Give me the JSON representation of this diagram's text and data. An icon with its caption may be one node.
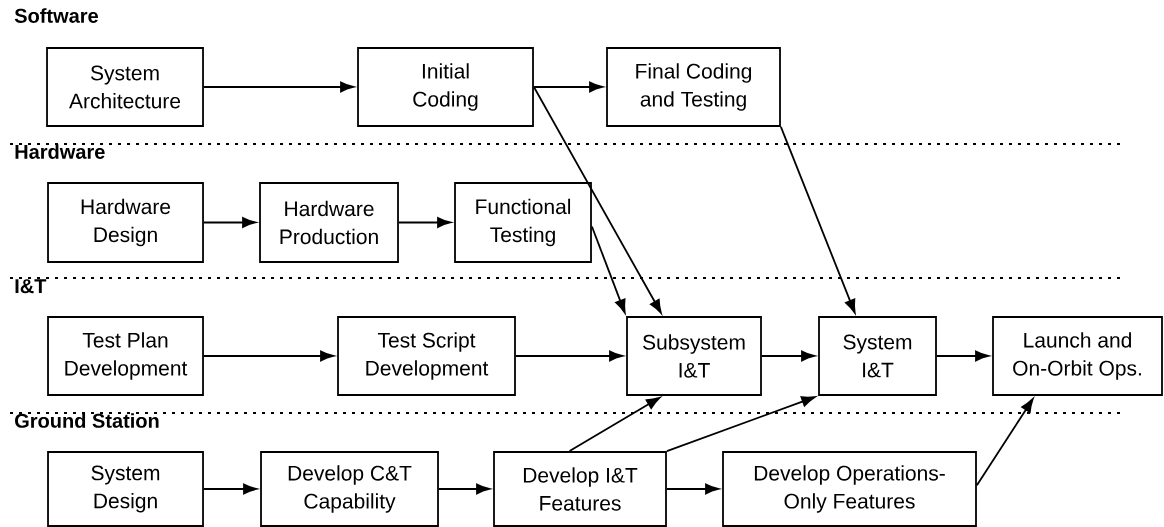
{
  "diagram": {
    "nodes": [
      {
        "text": [
          "System Architecture"
        ]
      },
      {
        "text": [
          "Initial Coding"
        ]
      },
      {
        "text": [
          "Final Coding and Testing"
        ]
      },
      {
        "text": [
          "Hardware Design"
        ]
      },
      {
        "text": [
          "Hardware Production"
        ]
      },
      {
        "text": [
          "Functional Testing"
        ]
      },
      {
        "text": [
          "Test Plan Development"
        ]
      },
      {
        "text": [
          "Test Script Development"
        ]
      },
      {
        "text": [
          "Subsystem I&T"
        ]
      },
      {
        "text": [
          "System I&T"
        ]
      },
      {
        "text": [
          "Launch and On-Orbit Ops."
        ]
      },
      {
        "text": [
          "System Design"
        ]
      },
      {
        "text": [
          "Develop C&T Capability"
        ]
      },
      {
        "text": [
          "Develop I&T Features"
        ]
      },
      {
        "text": [
          "Develop Operations-Only Features"
        ]
      }
    ],
    "edges": [
      {
        "from": 0,
        "to": 1,
        "arrow": "to"
      },
      {
        "from": 1,
        "to": 2,
        "arrow": "to"
      },
      {
        "from": 1,
        "to": 8,
        "arrow": "to"
      },
      {
        "from": 2,
        "to": 9,
        "arrow": "to"
      },
      {
        "from": 3,
        "to": 4,
        "arrow": "to"
      },
      {
        "from": 4,
        "to": 5,
        "arrow": "to"
      },
      {
        "from": 5,
        "to": 8,
        "arrow": "to"
      },
      {
        "from": 6,
        "to": 7,
        "arrow": "to"
      },
      {
        "from": 7,
        "to": 8,
        "arrow": "to"
      },
      {
        "from": 8,
        "to": 9,
        "arrow": "to"
      },
      {
        "from": 9,
        "to": 10,
        "arrow": "to"
      },
      {
        "from": 11,
        "to": 12,
        "arrow": "to"
      },
      {
        "from": 12,
        "to": 13,
        "arrow": "to"
      },
      {
        "from": 13,
        "to": 8,
        "arrow": "to"
      },
      {
        "from": 13,
        "to": 9,
        "arrow": "to"
      },
      {
        "from": 13,
        "to": 14,
        "arrow": "to"
      },
      {
        "from": 14,
        "to": 10,
        "arrow": "to"
      }
    ],
    "labels": [
      "Software",
      "Hardware",
      "I&T",
      "Ground Station"
    ]
  }
}
